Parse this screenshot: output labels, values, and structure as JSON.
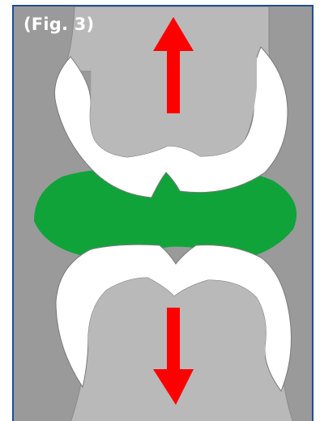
{
  "figure": {
    "label": "(Fig. 3)"
  },
  "colors": {
    "frame_border": "#1f4f8f",
    "outer_tissue": "#9a9a9a",
    "bone": "#b9b9b9",
    "cartilage": "#ffffff",
    "joint_space": "#10a33a",
    "arrow": "#ff0000"
  },
  "arrows": {
    "upper": "up",
    "lower": "down"
  }
}
